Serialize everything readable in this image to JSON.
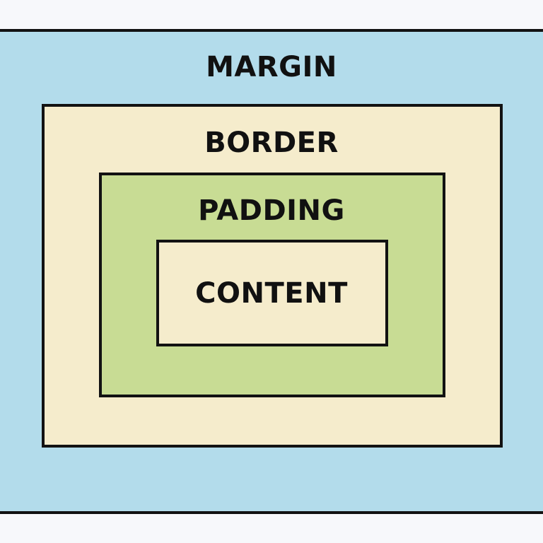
{
  "layers": {
    "margin": {
      "label": "MARGIN",
      "color": "#b3dceb"
    },
    "border": {
      "label": "BORDER",
      "color": "#f5eccc"
    },
    "padding": {
      "label": "PADDING",
      "color": "#c8dc94"
    },
    "content": {
      "label": "CONTENT",
      "color": "#f5eccc"
    }
  },
  "outline_color": "#121212",
  "page_background": "#f7f8fb"
}
